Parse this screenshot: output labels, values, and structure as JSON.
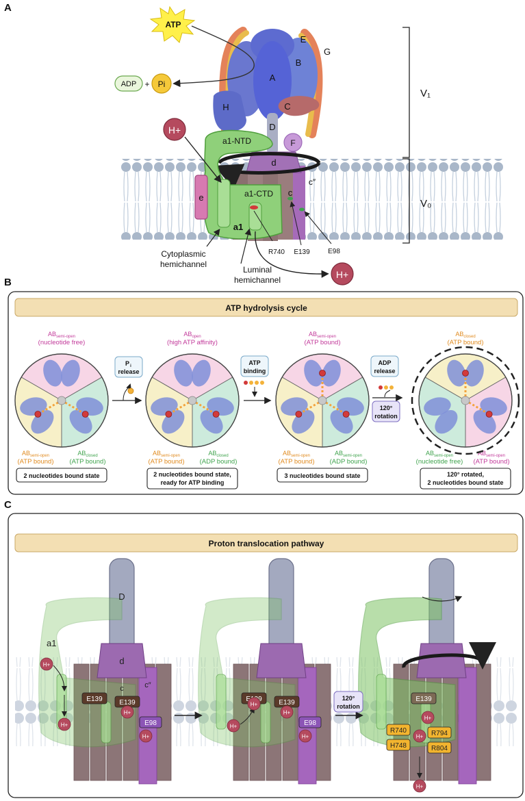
{
  "panelA": {
    "letter": "A",
    "atp": "ATP",
    "adp": "ADP",
    "plus": "+",
    "pi": "Pi",
    "subunits": {
      "A": "A",
      "B": "B",
      "E": "E",
      "G": "G",
      "H": "H",
      "C": "C",
      "D": "D",
      "F": "F",
      "d": "d",
      "c": "c",
      "c2": "c″",
      "e": "e",
      "a1": "a1"
    },
    "hplus": "H+",
    "a1ntd": "a1-NTD",
    "a1ctd": "a1-CTD",
    "v1": "V₁",
    "vo": "V₀",
    "residues": {
      "r740": "R740",
      "e139": "E139",
      "e98": "E98"
    },
    "cyto_line1": "Cytoplasmic",
    "cyto_line2": "hemichannel",
    "lum_line1": "Luminal",
    "lum_line2": "hemichannel"
  },
  "panelB": {
    "letter": "B",
    "title": "ATP hydrolysis cycle",
    "states": [
      {
        "top_label": "AB",
        "top_sub": "semi-open",
        "top_desc": "(nucleotide free)",
        "left_label": "AB",
        "left_sub": "semi-open",
        "left_desc": "(ATP bound)",
        "right_label": "AB",
        "right_sub": "closed",
        "right_desc": "(ATP bound)",
        "box": [
          "2 nucleotides bound state"
        ]
      },
      {
        "top_label": "AB",
        "top_sub": "open",
        "top_desc": "(high ATP affinity)",
        "left_label": "AB",
        "left_sub": "semi-open",
        "left_desc": "(ATP bound)",
        "right_label": "AB",
        "right_sub": "closed",
        "right_desc": "(ADP bound)",
        "box": [
          "2 nucleotides bound state,",
          "ready for ATP binding"
        ]
      },
      {
        "top_label": "AB",
        "top_sub": "semi-open",
        "top_desc": "(ATP bound)",
        "left_label": "AB",
        "left_sub": "semi-open",
        "left_desc": "(ATP bound)",
        "right_label": "AB",
        "right_sub": "semi-open",
        "right_desc": "(ADP bound)",
        "box": [
          "3 nucleotides bound state"
        ]
      },
      {
        "top_label": "AB",
        "top_sub": "closed",
        "top_desc": "(ATP bound)",
        "left_label": "AB",
        "left_sub": "semi-open",
        "left_desc": "(nucleotide free)",
        "right_label": "AB",
        "right_sub": "semi-open",
        "right_desc": "(ATP bound)",
        "box": [
          "120° rotated,",
          "2 nucleotides bound state"
        ]
      }
    ],
    "steps": {
      "pi_release": [
        "P",
        "i",
        "release"
      ],
      "atp_binding": [
        "ATP",
        "binding"
      ],
      "adp_release": [
        "ADP",
        "release"
      ],
      "rotation": [
        "120°",
        "rotation"
      ]
    },
    "colors": {
      "pink": "#f7d6e6",
      "yellow": "#f7f0c8",
      "green": "#cdebdc",
      "protein": "#7f8fd8",
      "atp_label": "#e08a1e",
      "adp_label": "#3fa34d",
      "pink_label": "#c2399a"
    }
  },
  "panelC": {
    "letter": "C",
    "title": "Proton translocation pathway",
    "labels": {
      "D": "D",
      "a1": "a1",
      "d": "d",
      "c": "c",
      "c2": "c″",
      "hplus": "H+"
    },
    "residues": {
      "e139": "E139",
      "e98": "E98",
      "r740": "R740",
      "h748": "H748",
      "r794": "R794",
      "r804": "R804"
    },
    "rotation": [
      "120°",
      "rotation"
    ]
  }
}
